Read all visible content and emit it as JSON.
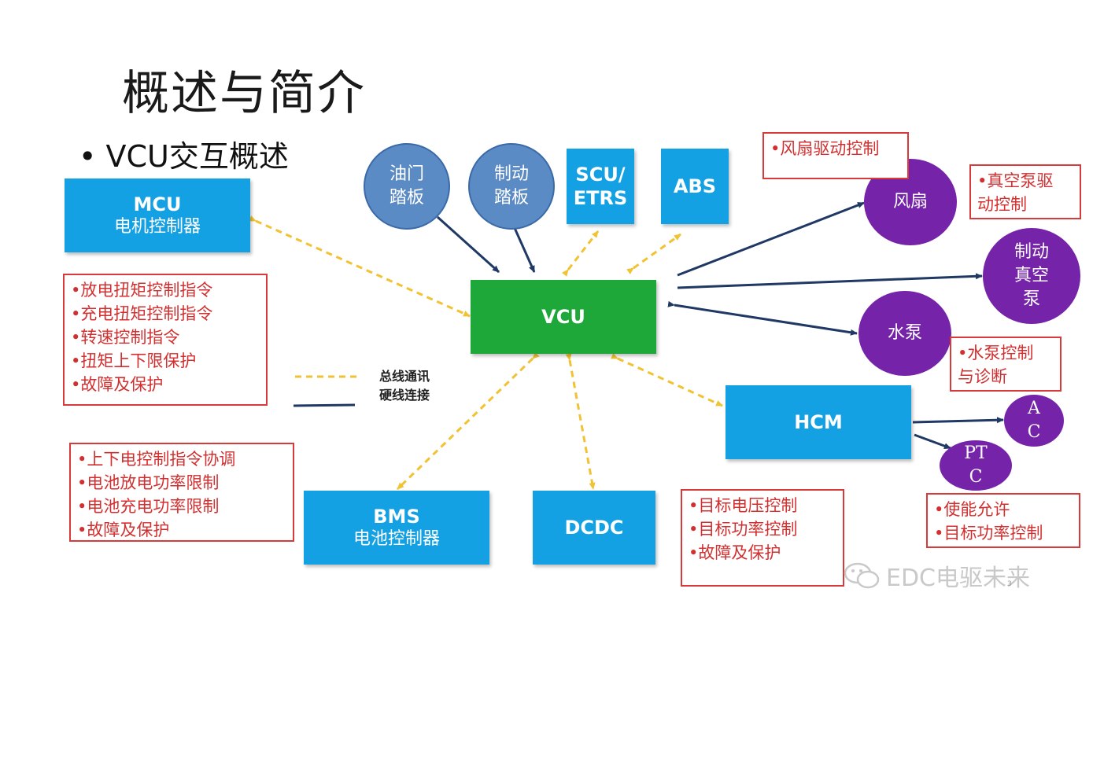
{
  "title": "概述与简介",
  "subtitle": "• VCU交互概述",
  "colors": {
    "module_blue": "#14a1e3",
    "vcu_green": "#1fa83a",
    "pedal_blue": "#5b8bc4",
    "actuator_purple": "#7523a8",
    "note_red": "#d23030",
    "bus_dashed": "#f1c232",
    "hardwire": "#1f3864"
  },
  "modules": {
    "mcu": {
      "line1": "MCU",
      "line2": "电机控制器"
    },
    "vcu": {
      "line1": "VCU"
    },
    "scu": {
      "line1": "SCU/",
      "line2": "ETRS"
    },
    "abs": {
      "line1": "ABS"
    },
    "bms": {
      "line1": "BMS",
      "line2": "电池控制器"
    },
    "dcdc": {
      "line1": "DCDC"
    },
    "hcm": {
      "line1": "HCM"
    }
  },
  "inputs": {
    "throttle": "油门\n踏板",
    "brake": "制动\n踏板"
  },
  "actuators": {
    "fan": "风扇",
    "vacuum_pump": "制动\n真空\n泵",
    "water_pump": "水泵",
    "ac": "A\nC",
    "ptc": "PT\nC"
  },
  "notes": {
    "mcu": [
      "•放电扭矩控制指令",
      "•充电扭矩控制指令",
      "•转速控制指令",
      "•扭矩上下限保护",
      "•故障及保护"
    ],
    "bms": [
      "•上下电控制指令协调",
      "•电池放电功率限制",
      "•电池充电功率限制",
      "•故障及保护"
    ],
    "dcdc": [
      "•目标电压控制",
      "•目标功率控制",
      "•故障及保护"
    ],
    "fan": [
      "•风扇驱动控制"
    ],
    "vacuum": [
      "•真空泵驱",
      "动控制"
    ],
    "water": [
      "•水泵控制",
      "与诊断"
    ],
    "hcm": [
      "•使能允许",
      "•目标功率控制"
    ]
  },
  "legend": {
    "bus": "总线通讯",
    "hardwire": "硬线连接"
  },
  "watermark": "EDC电驱未来",
  "page_number": "3"
}
